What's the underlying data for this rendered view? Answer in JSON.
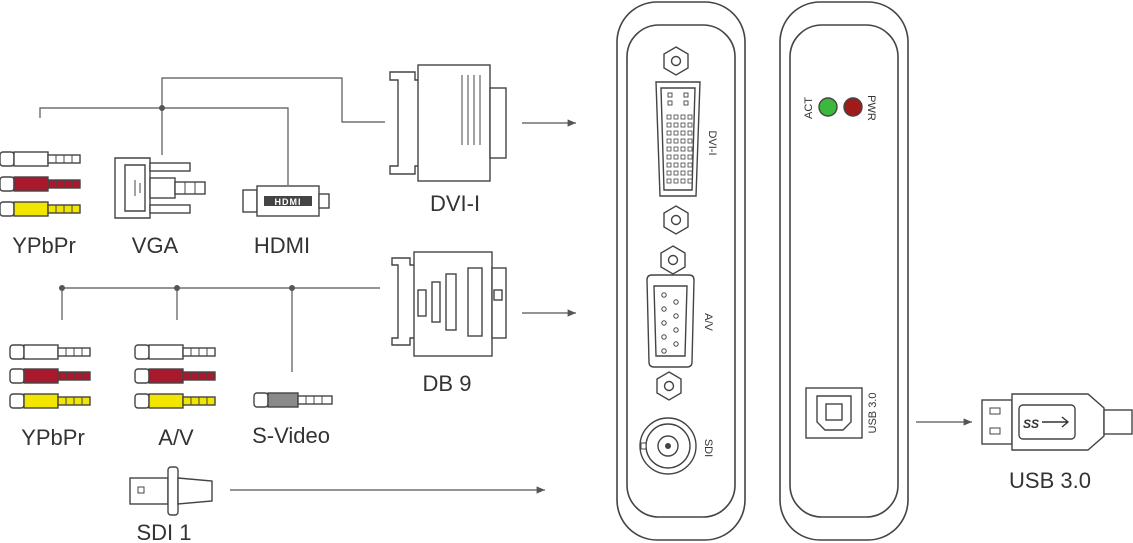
{
  "colors": {
    "white_plug": "#ffffff",
    "red_plug": "#a8192e",
    "yellow_plug": "#f2e600",
    "gray_plug": "#8a8a8a",
    "led_act": "#3cb83c",
    "led_pwr": "#a01a1a",
    "line": "#555555"
  },
  "labels": {
    "ypbpr_top": "YPbPr",
    "vga": "VGA",
    "hdmi": "HDMI",
    "dvi": "DVI-I",
    "ypbpr_bottom": "YPbPr",
    "av": "A/V",
    "svideo": "S-Video",
    "db9": "DB 9",
    "sdi1": "SDI 1",
    "usb30": "USB 3.0",
    "hdmi_logo": "HDMI",
    "usb_logo": "SS"
  },
  "front_panel": {
    "dvi_port": "DVI-I",
    "av_port": "A/V",
    "sdi_port": "SDI"
  },
  "back_panel": {
    "act": "ACT",
    "pwr": "PWR",
    "usb_port": "USB 3.0"
  }
}
